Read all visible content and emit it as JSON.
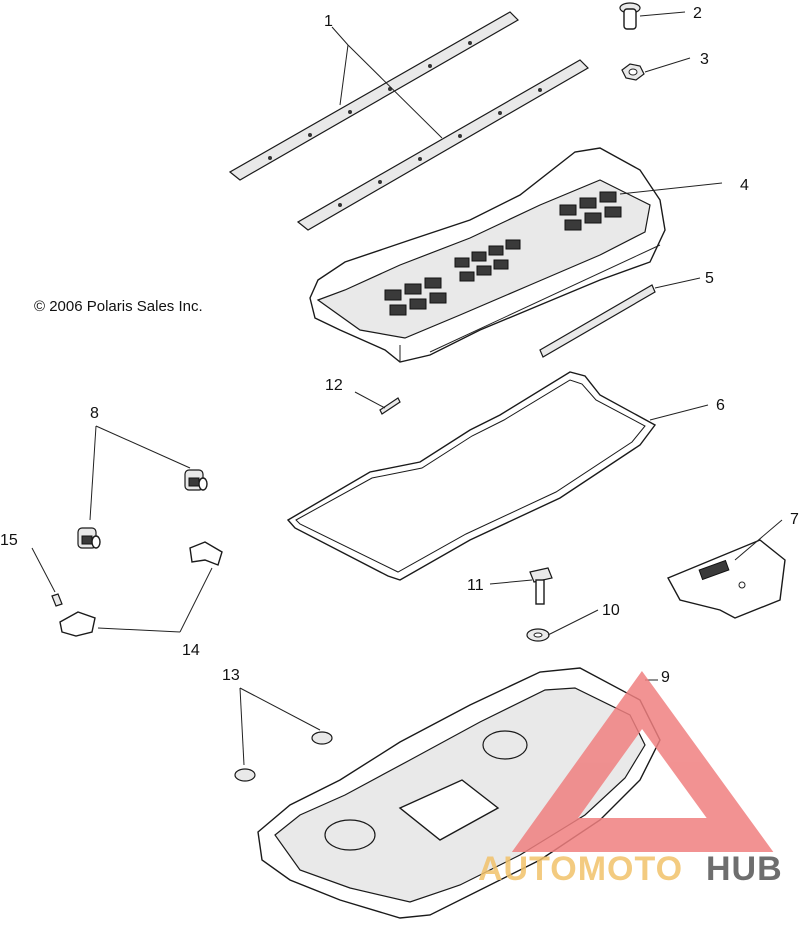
{
  "copyright": "© 2006 Polaris Sales Inc.",
  "callouts": [
    "1",
    "2",
    "3",
    "4",
    "5",
    "6",
    "7",
    "8",
    "9",
    "10",
    "11",
    "12",
    "13",
    "14",
    "15"
  ],
  "watermark": {
    "text_a": "AUTOMOTO",
    "text_b": "HUB",
    "color_triangle": "#f08080",
    "color_text_a": "#f2c26b",
    "color_text_b": "#555555"
  },
  "icons": [
    "diagram-rail-icon",
    "bolt-icon",
    "nut-icon",
    "seat-base-icon",
    "strip-icon",
    "seal-icon",
    "plate-icon",
    "clip-icon",
    "tub-icon",
    "washer-icon",
    "pin-icon",
    "plug-icon",
    "clamp-icon"
  ]
}
